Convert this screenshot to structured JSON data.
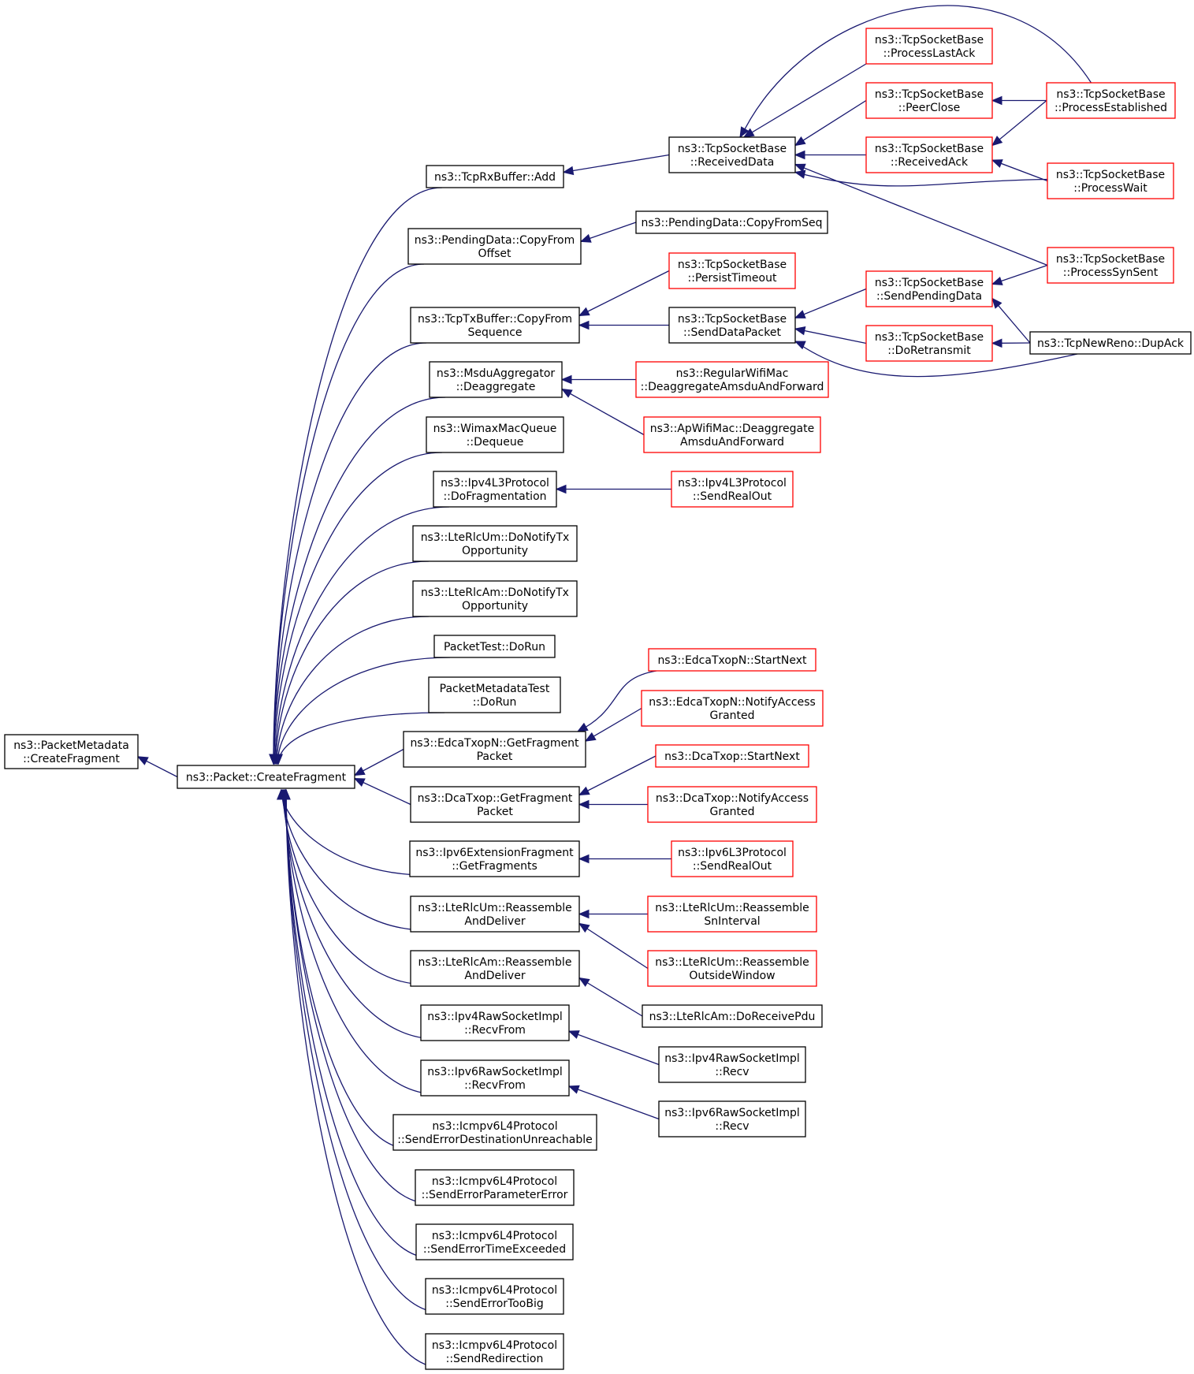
{
  "colors": {
    "edge": "#191970",
    "border_normal": "#000000",
    "border_truncated": "#ff0000",
    "root_fill": "#bfbfbf",
    "node_fill": "#ffffff",
    "background": "#ffffff"
  },
  "nodes": [
    {
      "id": "root",
      "lines": [
        "ns3::PacketMetadata",
        "::CreateFragment"
      ],
      "style": "root"
    },
    {
      "id": "packet_createfragment",
      "lines": [
        "ns3::Packet::CreateFragment"
      ],
      "style": "normal"
    },
    {
      "id": "tcprxbuffer_add",
      "lines": [
        "ns3::TcpRxBuffer::Add"
      ],
      "style": "normal"
    },
    {
      "id": "pendingdata_copyfromoffset",
      "lines": [
        "ns3::PendingData::CopyFrom",
        "Offset"
      ],
      "style": "normal"
    },
    {
      "id": "tcptxbuffer_copyfromsequence",
      "lines": [
        "ns3::TcpTxBuffer::CopyFrom",
        "Sequence"
      ],
      "style": "normal"
    },
    {
      "id": "msduaggregator_deaggregate",
      "lines": [
        "ns3::MsduAggregator",
        "::Deaggregate"
      ],
      "style": "normal"
    },
    {
      "id": "wimaxmacqueue_dequeue",
      "lines": [
        "ns3::WimaxMacQueue",
        "::Dequeue"
      ],
      "style": "normal"
    },
    {
      "id": "ipv4l3_dofragmentation",
      "lines": [
        "ns3::Ipv4L3Protocol",
        "::DoFragmentation"
      ],
      "style": "normal"
    },
    {
      "id": "lterlcum_donotifytx",
      "lines": [
        "ns3::LteRlcUm::DoNotifyTx",
        "Opportunity"
      ],
      "style": "normal"
    },
    {
      "id": "lterlcam_donotifytx",
      "lines": [
        "ns3::LteRlcAm::DoNotifyTx",
        "Opportunity"
      ],
      "style": "normal"
    },
    {
      "id": "packettest_dorun",
      "lines": [
        "PacketTest::DoRun"
      ],
      "style": "normal"
    },
    {
      "id": "packetmetadatatest_dorun",
      "lines": [
        "PacketMetadataTest",
        "::DoRun"
      ],
      "style": "normal"
    },
    {
      "id": "edcatxopn_getfragmentpacket",
      "lines": [
        "ns3::EdcaTxopN::GetFragment",
        "Packet"
      ],
      "style": "normal"
    },
    {
      "id": "dcatxop_getfragmentpacket",
      "lines": [
        "ns3::DcaTxop::GetFragment",
        "Packet"
      ],
      "style": "normal"
    },
    {
      "id": "ipv6extfragment_getfragments",
      "lines": [
        "ns3::Ipv6ExtensionFragment",
        "::GetFragments"
      ],
      "style": "normal"
    },
    {
      "id": "lterlcum_reassembleanddeliver",
      "lines": [
        "ns3::LteRlcUm::Reassemble",
        "AndDeliver"
      ],
      "style": "normal"
    },
    {
      "id": "lterlcam_reassembleanddeliver",
      "lines": [
        "ns3::LteRlcAm::Reassemble",
        "AndDeliver"
      ],
      "style": "normal"
    },
    {
      "id": "ipv4rawsocket_recvfrom",
      "lines": [
        "ns3::Ipv4RawSocketImpl",
        "::RecvFrom"
      ],
      "style": "normal"
    },
    {
      "id": "ipv6rawsocket_recvfrom",
      "lines": [
        "ns3::Ipv6RawSocketImpl",
        "::RecvFrom"
      ],
      "style": "normal"
    },
    {
      "id": "icmpv6_senderrordestunreach",
      "lines": [
        "ns3::Icmpv6L4Protocol",
        "::SendErrorDestinationUnreachable"
      ],
      "style": "normal"
    },
    {
      "id": "icmpv6_senderrorparametererror",
      "lines": [
        "ns3::Icmpv6L4Protocol",
        "::SendErrorParameterError"
      ],
      "style": "normal"
    },
    {
      "id": "icmpv6_senderrortimeexceeded",
      "lines": [
        "ns3::Icmpv6L4Protocol",
        "::SendErrorTimeExceeded"
      ],
      "style": "normal"
    },
    {
      "id": "icmpv6_senderrortoobig",
      "lines": [
        "ns3::Icmpv6L4Protocol",
        "::SendErrorTooBig"
      ],
      "style": "normal"
    },
    {
      "id": "icmpv6_sendredirection",
      "lines": [
        "ns3::Icmpv6L4Protocol",
        "::SendRedirection"
      ],
      "style": "normal"
    },
    {
      "id": "tcpsocketbase_receiveddata",
      "lines": [
        "ns3::TcpSocketBase",
        "::ReceivedData"
      ],
      "style": "normal"
    },
    {
      "id": "pendingdata_copyfromseq",
      "lines": [
        "ns3::PendingData::CopyFromSeq"
      ],
      "style": "normal"
    },
    {
      "id": "tcpsocketbase_persisttimeout",
      "lines": [
        "ns3::TcpSocketBase",
        "::PersistTimeout"
      ],
      "style": "truncated"
    },
    {
      "id": "tcpsocketbase_senddatapacket",
      "lines": [
        "ns3::TcpSocketBase",
        "::SendDataPacket"
      ],
      "style": "normal"
    },
    {
      "id": "regularwifimac_deaggregate",
      "lines": [
        "ns3::RegularWifiMac",
        "::DeaggregateAmsduAndForward"
      ],
      "style": "truncated"
    },
    {
      "id": "apwifimac_deaggregate",
      "lines": [
        "ns3::ApWifiMac::Deaggregate",
        "AmsduAndForward"
      ],
      "style": "truncated"
    },
    {
      "id": "ipv4l3_sendrealout",
      "lines": [
        "ns3::Ipv4L3Protocol",
        "::SendRealOut"
      ],
      "style": "truncated"
    },
    {
      "id": "edcatxopn_startnext",
      "lines": [
        "ns3::EdcaTxopN::StartNext"
      ],
      "style": "truncated"
    },
    {
      "id": "edcatxopn_notifyaccessgranted",
      "lines": [
        "ns3::EdcaTxopN::NotifyAccess",
        "Granted"
      ],
      "style": "truncated"
    },
    {
      "id": "dcatxop_startnext",
      "lines": [
        "ns3::DcaTxop::StartNext"
      ],
      "style": "truncated"
    },
    {
      "id": "dcatxop_notifyaccessgranted",
      "lines": [
        "ns3::DcaTxop::NotifyAccess",
        "Granted"
      ],
      "style": "truncated"
    },
    {
      "id": "ipv6l3_sendrealout",
      "lines": [
        "ns3::Ipv6L3Protocol",
        "::SendRealOut"
      ],
      "style": "truncated"
    },
    {
      "id": "lterlcum_reassemblesninterval",
      "lines": [
        "ns3::LteRlcUm::Reassemble",
        "SnInterval"
      ],
      "style": "truncated"
    },
    {
      "id": "lterlcum_reassembleoutsidewindow",
      "lines": [
        "ns3::LteRlcUm::Reassemble",
        "OutsideWindow"
      ],
      "style": "truncated"
    },
    {
      "id": "lterlcam_doreceivepdu",
      "lines": [
        "ns3::LteRlcAm::DoReceivePdu"
      ],
      "style": "normal"
    },
    {
      "id": "ipv4rawsocket_recv",
      "lines": [
        "ns3::Ipv4RawSocketImpl",
        "::Recv"
      ],
      "style": "normal"
    },
    {
      "id": "ipv6rawsocket_recv",
      "lines": [
        "ns3::Ipv6RawSocketImpl",
        "::Recv"
      ],
      "style": "normal"
    },
    {
      "id": "tcpsocketbase_processlastack",
      "lines": [
        "ns3::TcpSocketBase",
        "::ProcessLastAck"
      ],
      "style": "truncated"
    },
    {
      "id": "tcpsocketbase_peerclose",
      "lines": [
        "ns3::TcpSocketBase",
        "::PeerClose"
      ],
      "style": "truncated"
    },
    {
      "id": "tcpsocketbase_receivedack",
      "lines": [
        "ns3::TcpSocketBase",
        "::ReceivedAck"
      ],
      "style": "truncated"
    },
    {
      "id": "tcpsocketbase_sendpendingdata",
      "lines": [
        "ns3::TcpSocketBase",
        "::SendPendingData"
      ],
      "style": "truncated"
    },
    {
      "id": "tcpsocketbase_doretransmit",
      "lines": [
        "ns3::TcpSocketBase",
        "::DoRetransmit"
      ],
      "style": "truncated"
    },
    {
      "id": "tcpsocketbase_processestablished",
      "lines": [
        "ns3::TcpSocketBase",
        "::ProcessEstablished"
      ],
      "style": "truncated"
    },
    {
      "id": "tcpsocketbase_processwait",
      "lines": [
        "ns3::TcpSocketBase",
        "::ProcessWait"
      ],
      "style": "truncated"
    },
    {
      "id": "tcpsocketbase_processsynsent",
      "lines": [
        "ns3::TcpSocketBase",
        "::ProcessSynSent"
      ],
      "style": "truncated"
    },
    {
      "id": "tcpnewreno_dupack",
      "lines": [
        "ns3::TcpNewReno::DupAck"
      ],
      "style": "normal"
    }
  ],
  "edges": [
    {
      "from": "packet_createfragment",
      "to": "root"
    },
    {
      "from": "tcprxbuffer_add",
      "to": "packet_createfragment"
    },
    {
      "from": "pendingdata_copyfromoffset",
      "to": "packet_createfragment"
    },
    {
      "from": "tcptxbuffer_copyfromsequence",
      "to": "packet_createfragment"
    },
    {
      "from": "msduaggregator_deaggregate",
      "to": "packet_createfragment"
    },
    {
      "from": "wimaxmacqueue_dequeue",
      "to": "packet_createfragment"
    },
    {
      "from": "ipv4l3_dofragmentation",
      "to": "packet_createfragment"
    },
    {
      "from": "lterlcum_donotifytx",
      "to": "packet_createfragment"
    },
    {
      "from": "lterlcam_donotifytx",
      "to": "packet_createfragment"
    },
    {
      "from": "packettest_dorun",
      "to": "packet_createfragment"
    },
    {
      "from": "packetmetadatatest_dorun",
      "to": "packet_createfragment"
    },
    {
      "from": "edcatxopn_getfragmentpacket",
      "to": "packet_createfragment"
    },
    {
      "from": "dcatxop_getfragmentpacket",
      "to": "packet_createfragment"
    },
    {
      "from": "ipv6extfragment_getfragments",
      "to": "packet_createfragment"
    },
    {
      "from": "lterlcum_reassembleanddeliver",
      "to": "packet_createfragment"
    },
    {
      "from": "lterlcam_reassembleanddeliver",
      "to": "packet_createfragment"
    },
    {
      "from": "ipv4rawsocket_recvfrom",
      "to": "packet_createfragment"
    },
    {
      "from": "ipv6rawsocket_recvfrom",
      "to": "packet_createfragment"
    },
    {
      "from": "icmpv6_senderrordestunreach",
      "to": "packet_createfragment"
    },
    {
      "from": "icmpv6_senderrorparametererror",
      "to": "packet_createfragment"
    },
    {
      "from": "icmpv6_senderrortimeexceeded",
      "to": "packet_createfragment"
    },
    {
      "from": "icmpv6_senderrortoobig",
      "to": "packet_createfragment"
    },
    {
      "from": "icmpv6_sendredirection",
      "to": "packet_createfragment"
    },
    {
      "from": "tcpsocketbase_receiveddata",
      "to": "tcprxbuffer_add"
    },
    {
      "from": "pendingdata_copyfromseq",
      "to": "pendingdata_copyfromoffset"
    },
    {
      "from": "tcpsocketbase_persisttimeout",
      "to": "tcptxbuffer_copyfromsequence"
    },
    {
      "from": "tcpsocketbase_senddatapacket",
      "to": "tcptxbuffer_copyfromsequence"
    },
    {
      "from": "regularwifimac_deaggregate",
      "to": "msduaggregator_deaggregate"
    },
    {
      "from": "apwifimac_deaggregate",
      "to": "msduaggregator_deaggregate"
    },
    {
      "from": "ipv4l3_sendrealout",
      "to": "ipv4l3_dofragmentation"
    },
    {
      "from": "edcatxopn_startnext",
      "to": "edcatxopn_getfragmentpacket"
    },
    {
      "from": "edcatxopn_notifyaccessgranted",
      "to": "edcatxopn_getfragmentpacket"
    },
    {
      "from": "dcatxop_startnext",
      "to": "dcatxop_getfragmentpacket"
    },
    {
      "from": "dcatxop_notifyaccessgranted",
      "to": "dcatxop_getfragmentpacket"
    },
    {
      "from": "ipv6l3_sendrealout",
      "to": "ipv6extfragment_getfragments"
    },
    {
      "from": "lterlcum_reassemblesninterval",
      "to": "lterlcum_reassembleanddeliver"
    },
    {
      "from": "lterlcum_reassembleoutsidewindow",
      "to": "lterlcum_reassembleanddeliver"
    },
    {
      "from": "lterlcam_doreceivepdu",
      "to": "lterlcam_reassembleanddeliver"
    },
    {
      "from": "ipv4rawsocket_recv",
      "to": "ipv4rawsocket_recvfrom"
    },
    {
      "from": "ipv6rawsocket_recv",
      "to": "ipv6rawsocket_recvfrom"
    },
    {
      "from": "tcpsocketbase_processlastack",
      "to": "tcpsocketbase_receiveddata"
    },
    {
      "from": "tcpsocketbase_peerclose",
      "to": "tcpsocketbase_receiveddata"
    },
    {
      "from": "tcpsocketbase_receivedack",
      "to": "tcpsocketbase_receiveddata"
    },
    {
      "from": "tcpsocketbase_processestablished",
      "to": "tcpsocketbase_receiveddata"
    },
    {
      "from": "tcpsocketbase_processwait",
      "to": "tcpsocketbase_receiveddata"
    },
    {
      "from": "tcpsocketbase_processsynsent",
      "to": "tcpsocketbase_receiveddata"
    },
    {
      "from": "tcpsocketbase_sendpendingdata",
      "to": "tcpsocketbase_senddatapacket"
    },
    {
      "from": "tcpsocketbase_doretransmit",
      "to": "tcpsocketbase_senddatapacket"
    },
    {
      "from": "tcpnewreno_dupack",
      "to": "tcpsocketbase_senddatapacket"
    },
    {
      "from": "tcpsocketbase_processestablished",
      "to": "tcpsocketbase_peerclose"
    },
    {
      "from": "tcpsocketbase_processestablished",
      "to": "tcpsocketbase_receivedack"
    },
    {
      "from": "tcpsocketbase_processwait",
      "to": "tcpsocketbase_receivedack"
    },
    {
      "from": "tcpsocketbase_processsynsent",
      "to": "tcpsocketbase_sendpendingdata"
    },
    {
      "from": "tcpnewreno_dupack",
      "to": "tcpsocketbase_sendpendingdata"
    },
    {
      "from": "tcpnewreno_dupack",
      "to": "tcpsocketbase_doretransmit"
    }
  ]
}
